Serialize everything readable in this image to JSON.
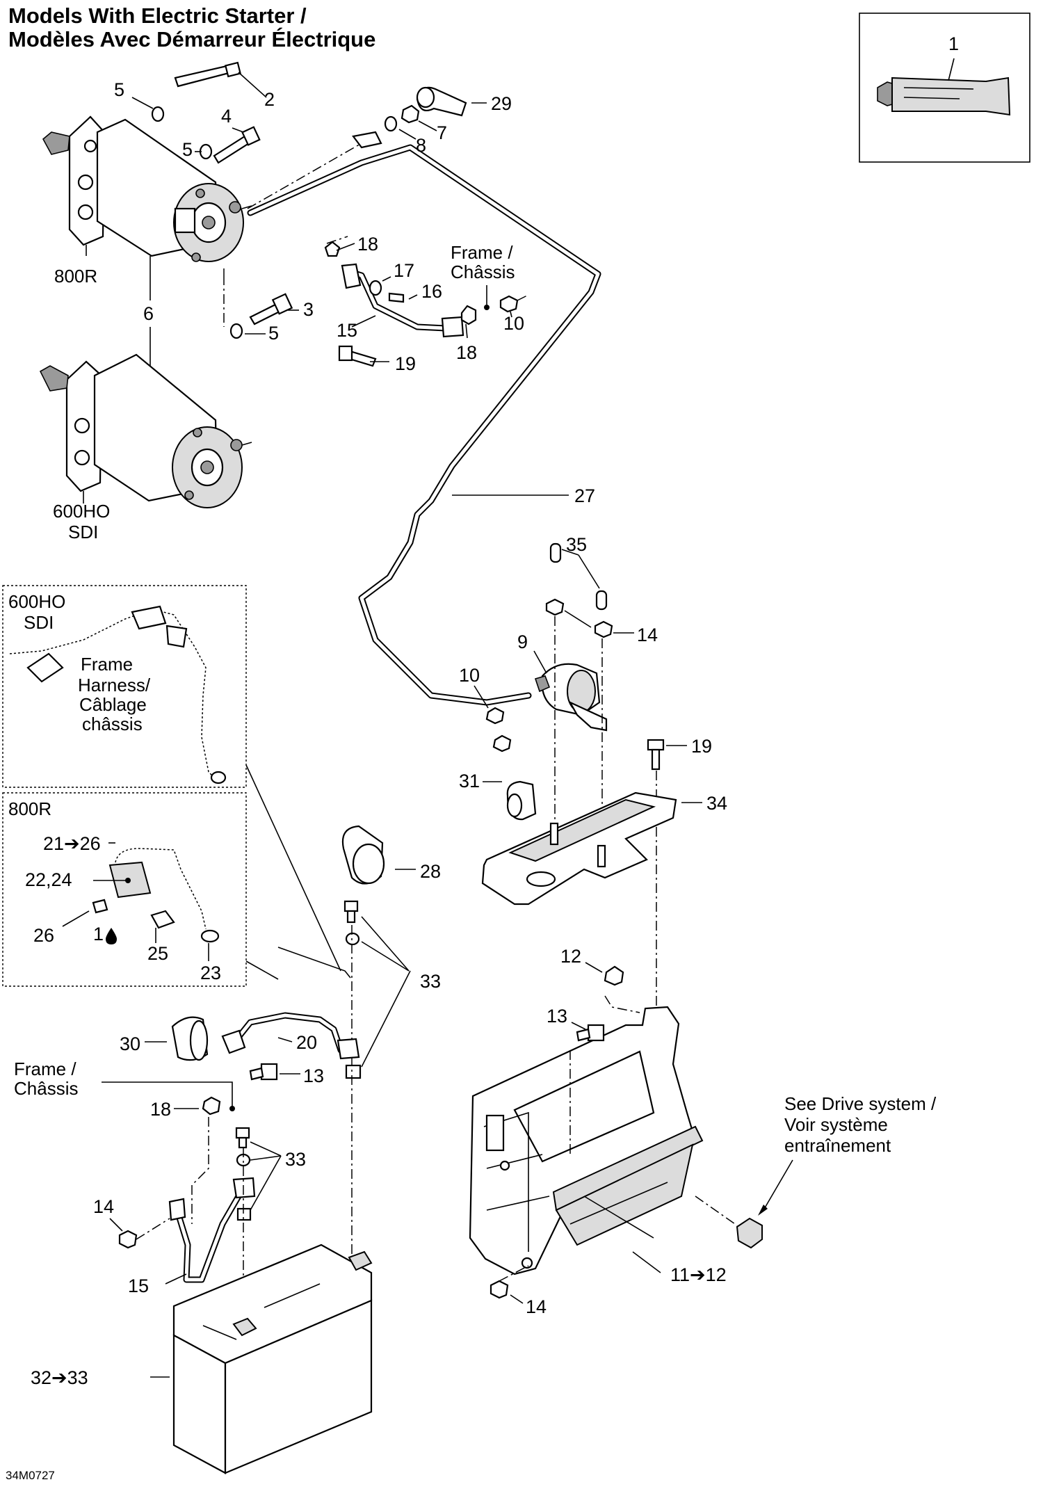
{
  "title": {
    "line1": "Models With Electric Starter /",
    "line2": "Modèles Avec Démarreur Électrique"
  },
  "footer": "34M0727",
  "notes": {
    "starter_800r": "800R",
    "starter_600ho_l1": "600HO",
    "starter_600ho_l2": "SDI",
    "frame_top_l1": "Frame /",
    "frame_top_l2": "Châssis",
    "box1_model_l1": "600HO",
    "box1_model_l2": "SDI",
    "harness_l1": "Frame",
    "harness_l2": "Harness/",
    "harness_l3": "Câblage",
    "harness_l4": "châssis",
    "box2_model": "800R",
    "frame_bottom_l1": "Frame /",
    "frame_bottom_l2": "Châssis",
    "drive_l1": "See Drive system /",
    "drive_l2": "Voir système",
    "drive_l3": "entraînement"
  },
  "callouts": {
    "c1": "1",
    "c2": "2",
    "c3": "3",
    "c4": "4",
    "c5a": "5",
    "c5b": "5",
    "c5c": "5",
    "c6": "6",
    "c7": "7",
    "c8": "8",
    "c9": "9",
    "c10a": "10",
    "c10b": "10",
    "c12": "12",
    "c13a": "13",
    "c13b": "13",
    "c14a": "14",
    "c14b": "14",
    "c14c": "14",
    "c15a": "15",
    "c15b": "15",
    "c16": "16",
    "c17": "17",
    "c18a": "18",
    "c18b": "18",
    "c18c": "18",
    "c19a": "19",
    "c19b": "19",
    "c20": "20",
    "c21_26": "21➔26",
    "c22_24": "22,24",
    "c23": "23",
    "c25": "25",
    "c26": "26",
    "c1_drop": "1",
    "c27": "27",
    "c28": "28",
    "c29": "29",
    "c30": "30",
    "c31": "31",
    "c32_33": "32➔33",
    "c33a": "33",
    "c33b": "33",
    "c34": "34",
    "c35": "35",
    "c11_12": "11➔12"
  }
}
